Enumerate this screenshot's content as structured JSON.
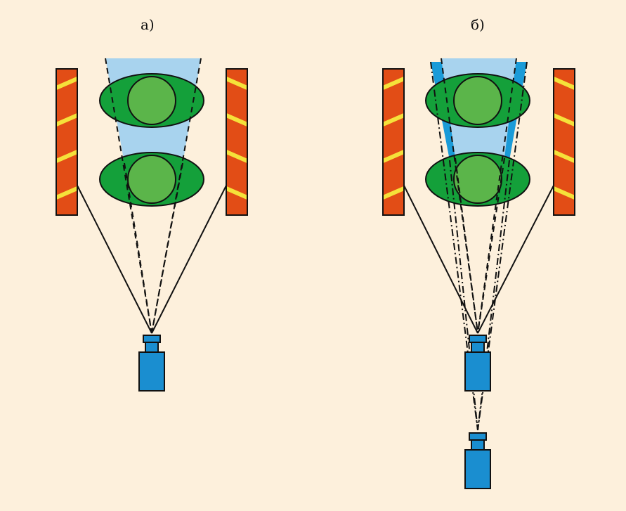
{
  "panels": [
    {
      "id": "a",
      "label": "а)"
    },
    {
      "id": "b",
      "label": "б)"
    }
  ],
  "colors": {
    "background": "#fdf0dc",
    "wall": "#e24d16",
    "wall_stripe": "#f5e23a",
    "cone_light": "#a8d3ee",
    "cone_dark": "#1a9bd8",
    "ellipse": "#14a03a",
    "circle": "#5bb54a",
    "camera": "#1a8ed0",
    "line": "#111111"
  },
  "icons": {
    "wall": "striped-wall",
    "object": "green-ellipse-with-circle",
    "camera": "camera-icon"
  }
}
